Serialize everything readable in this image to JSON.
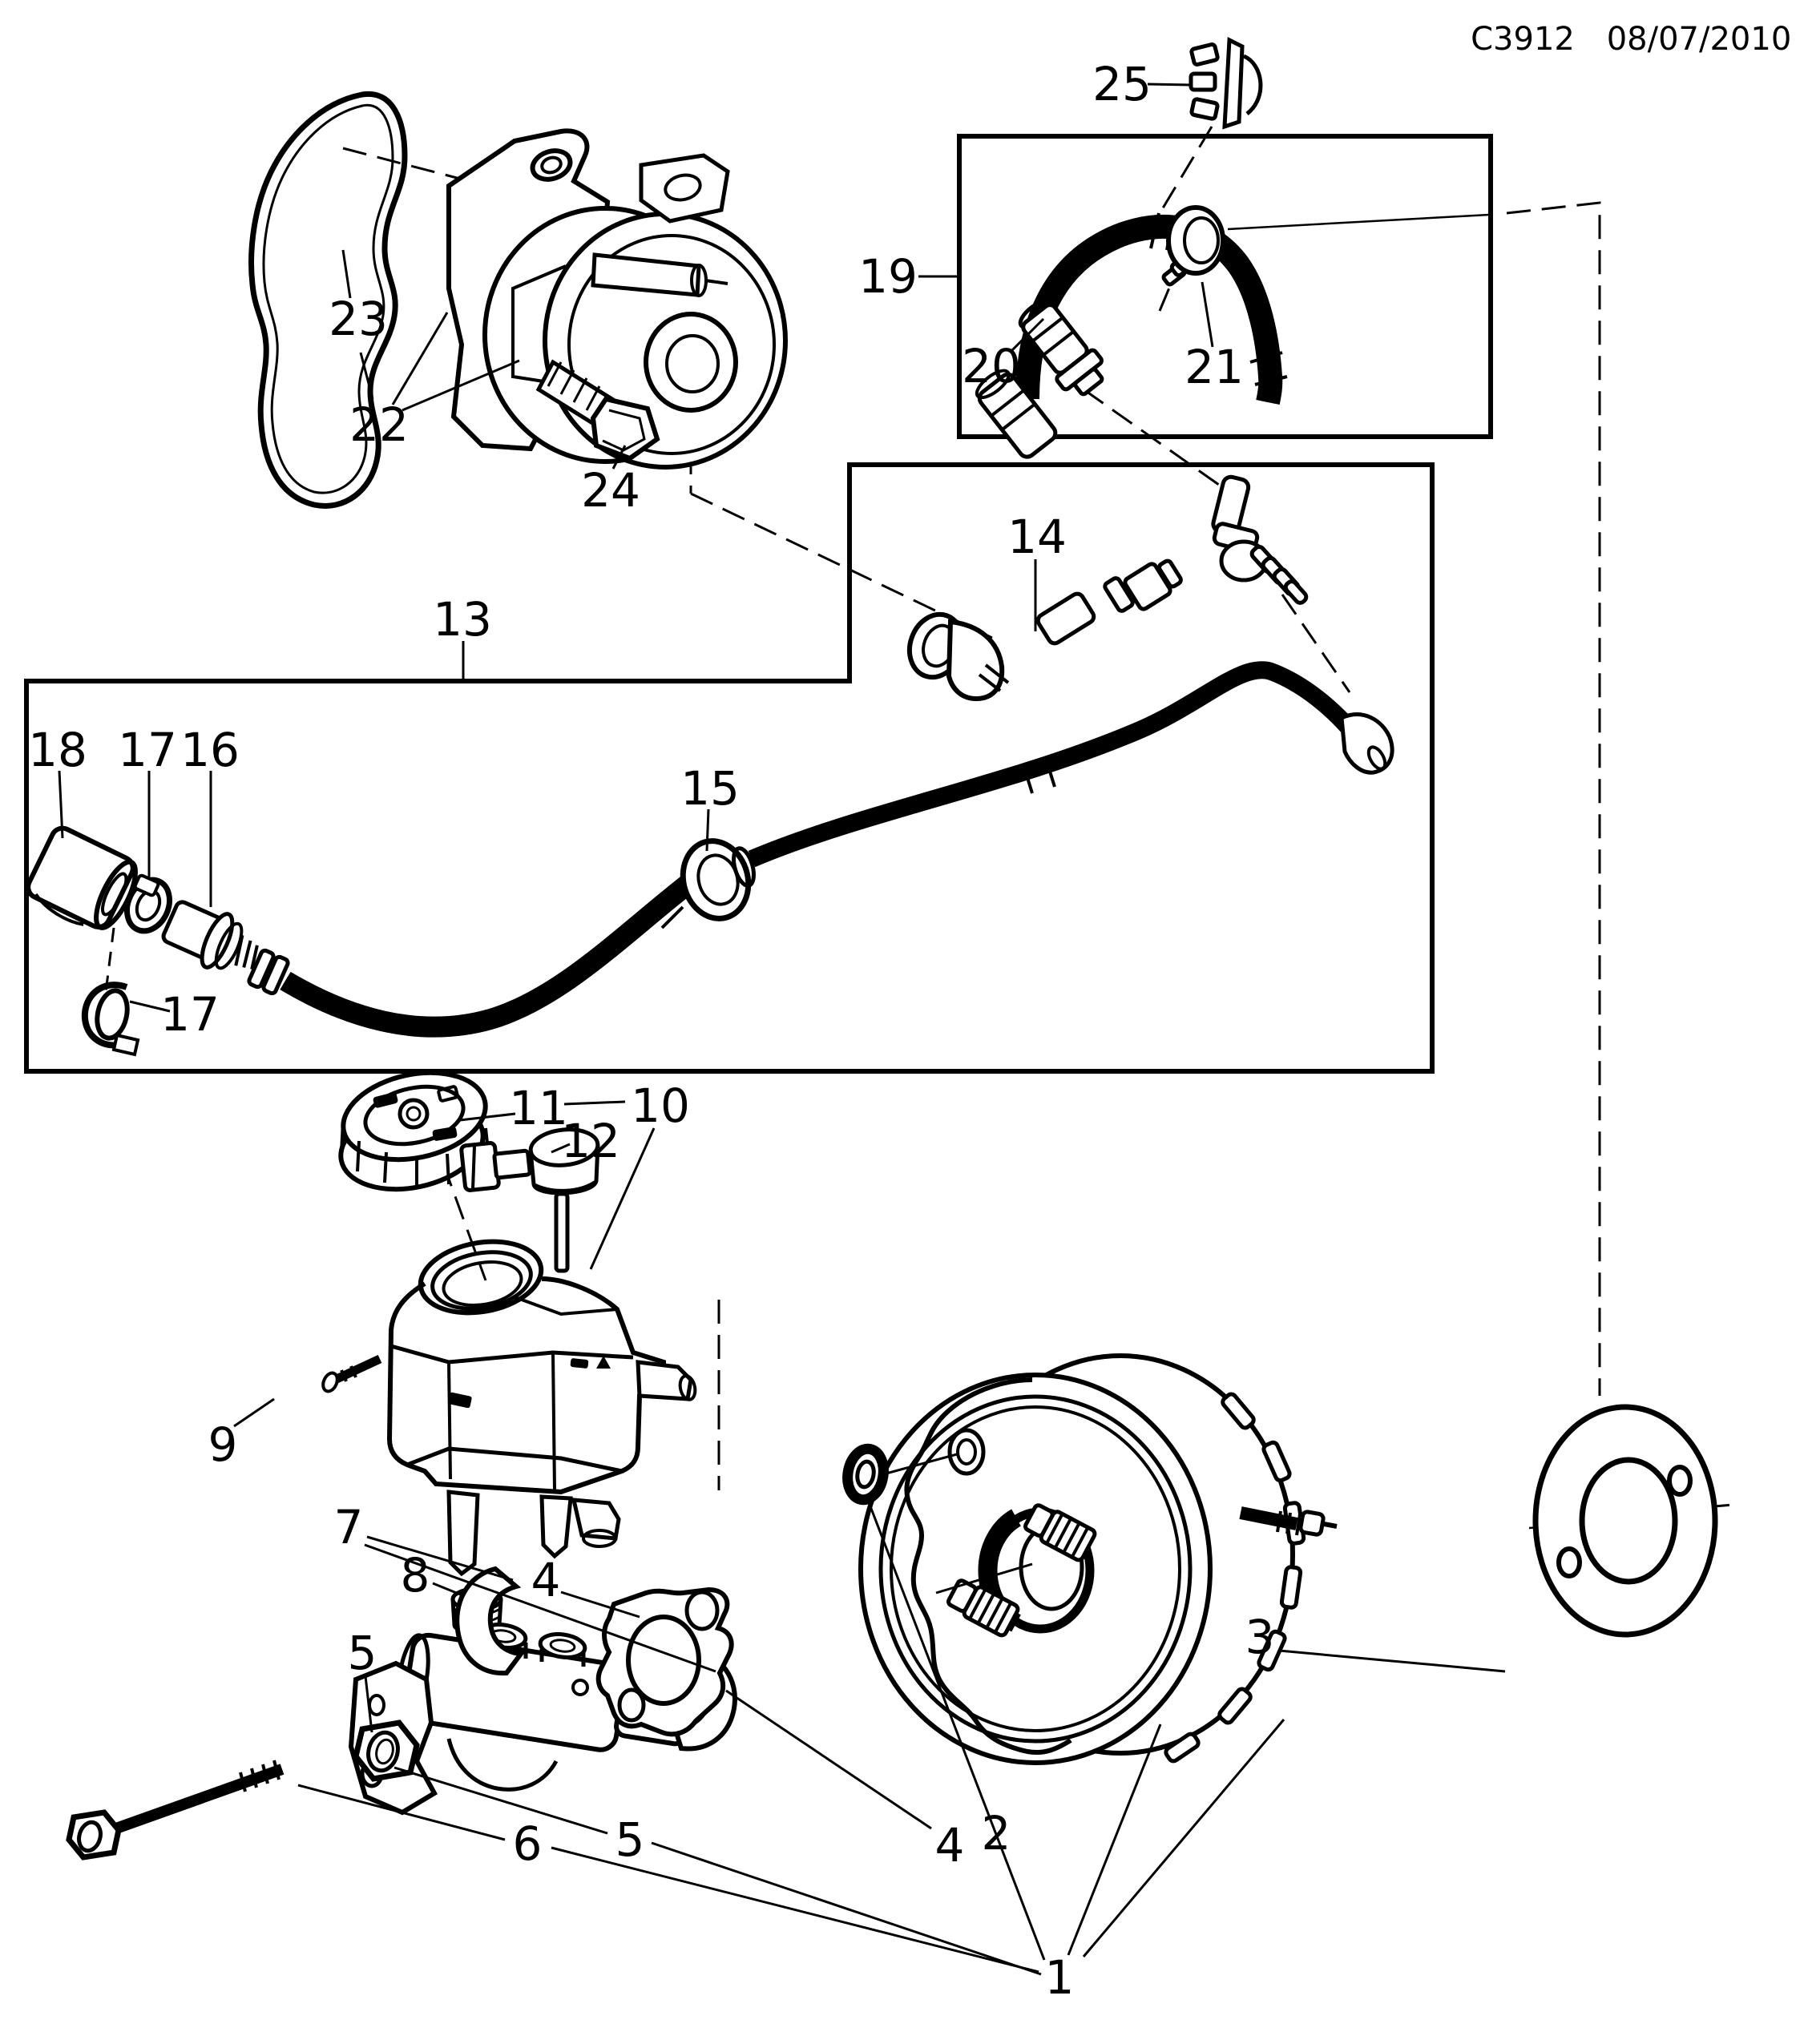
{
  "header": {
    "code": "C3912",
    "date": "08/07/2010"
  },
  "callouts": {
    "c1": "1",
    "c2": "2",
    "c3": "3",
    "c4a": "4",
    "c4b": "4",
    "c5a": "5",
    "c5b": "5",
    "c6": "6",
    "c7": "7",
    "c8": "8",
    "c9": "9",
    "c10": "10",
    "c11": "11",
    "c12": "12",
    "c13": "13",
    "c14": "14",
    "c15": "15",
    "c16": "16",
    "c17a": "17",
    "c17b": "17",
    "c18": "18",
    "c19": "19",
    "c20": "20",
    "c21": "21",
    "c22": "22",
    "c23": "23",
    "c24": "24",
    "c25": "25"
  },
  "colors": {
    "ink": "#000000",
    "background": "#ffffff"
  }
}
